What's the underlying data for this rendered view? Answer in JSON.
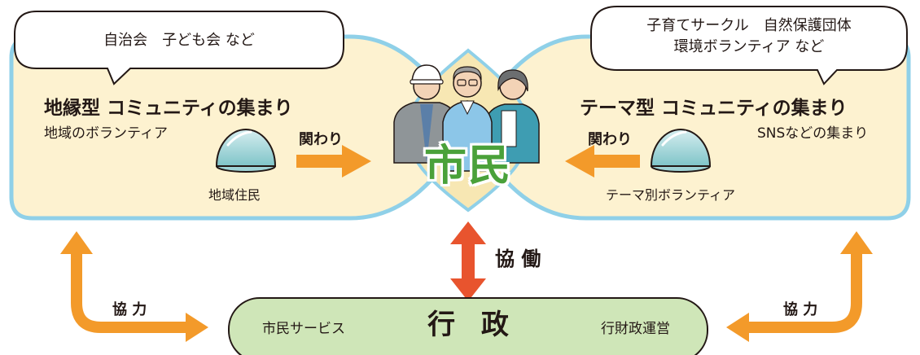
{
  "bubbles": {
    "left": "自治会　子ども会 など",
    "right_line1": "子育てサークル　自然保護団体",
    "right_line2": "環境ボランティア など"
  },
  "left_group": {
    "title": "地縁型 コミュニティの集まり",
    "subtitle": "地域のボランティア",
    "dome_label": "地域住民",
    "arrow_label": "関わり"
  },
  "right_group": {
    "title": "テーマ型 コミュニティの集まり",
    "subtitle": "SNSなどの集まり",
    "dome_label": "テーマ別ボランティア",
    "arrow_label": "関わり"
  },
  "center": {
    "label": "市民"
  },
  "collaboration": {
    "label": "協 働"
  },
  "cooperation": {
    "left_label": "協 力",
    "right_label": "協 力"
  },
  "government": {
    "title": "行 政",
    "left_text": "市民サービス",
    "right_text": "行財政運営"
  },
  "colors": {
    "group_fill": "#fdf2d0",
    "group_border": "#8fd0e8",
    "center_fill": "#f7e7b3",
    "arrow_orange": "#f39a2a",
    "arrow_red": "#e8542e",
    "gov_fill": "#cfe6b8",
    "shimin_green": "#4aa13a"
  }
}
